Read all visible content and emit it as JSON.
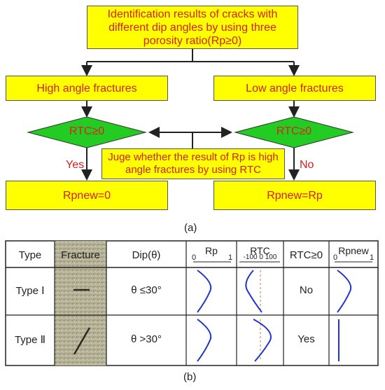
{
  "flowchart": {
    "top_box": "Identification results of cracks with different dip angles by using three porosity ratio(Rp≥0)",
    "left_box": "High angle fractures",
    "right_box": "Low angle fractures",
    "left_diamond": "RTC≥0",
    "right_diamond": "RTC≥0",
    "middle_box": "Juge whether the result of Rp is high angle fractures by using RTC",
    "yes_label": "Yes",
    "no_label": "No",
    "bottom_left_box": "Rpnew=0",
    "bottom_right_box": "Rpnew=Rp",
    "caption_a": "(a)"
  },
  "table": {
    "headers": [
      "Type",
      "Fracture",
      "Dip(θ)",
      "Rp",
      "RTC",
      "RTC≥0",
      "Rpnew"
    ],
    "rp_scale": [
      "0",
      "1"
    ],
    "rtc_scale": "-100 0 100",
    "rpnew_scale": [
      "0",
      "1"
    ],
    "rows": [
      {
        "type": "Type Ⅰ",
        "dip": "θ ≤30°",
        "rtc_ge0": "No"
      },
      {
        "type": "Type Ⅱ",
        "dip": "θ >30°",
        "rtc_ge0": "Yes"
      }
    ],
    "caption_b": "(b)"
  },
  "colors": {
    "box_fill": "#ffff00",
    "diamond_fill": "#22cc22",
    "text_red": "#d42020",
    "curve_blue": "#2233cc"
  }
}
